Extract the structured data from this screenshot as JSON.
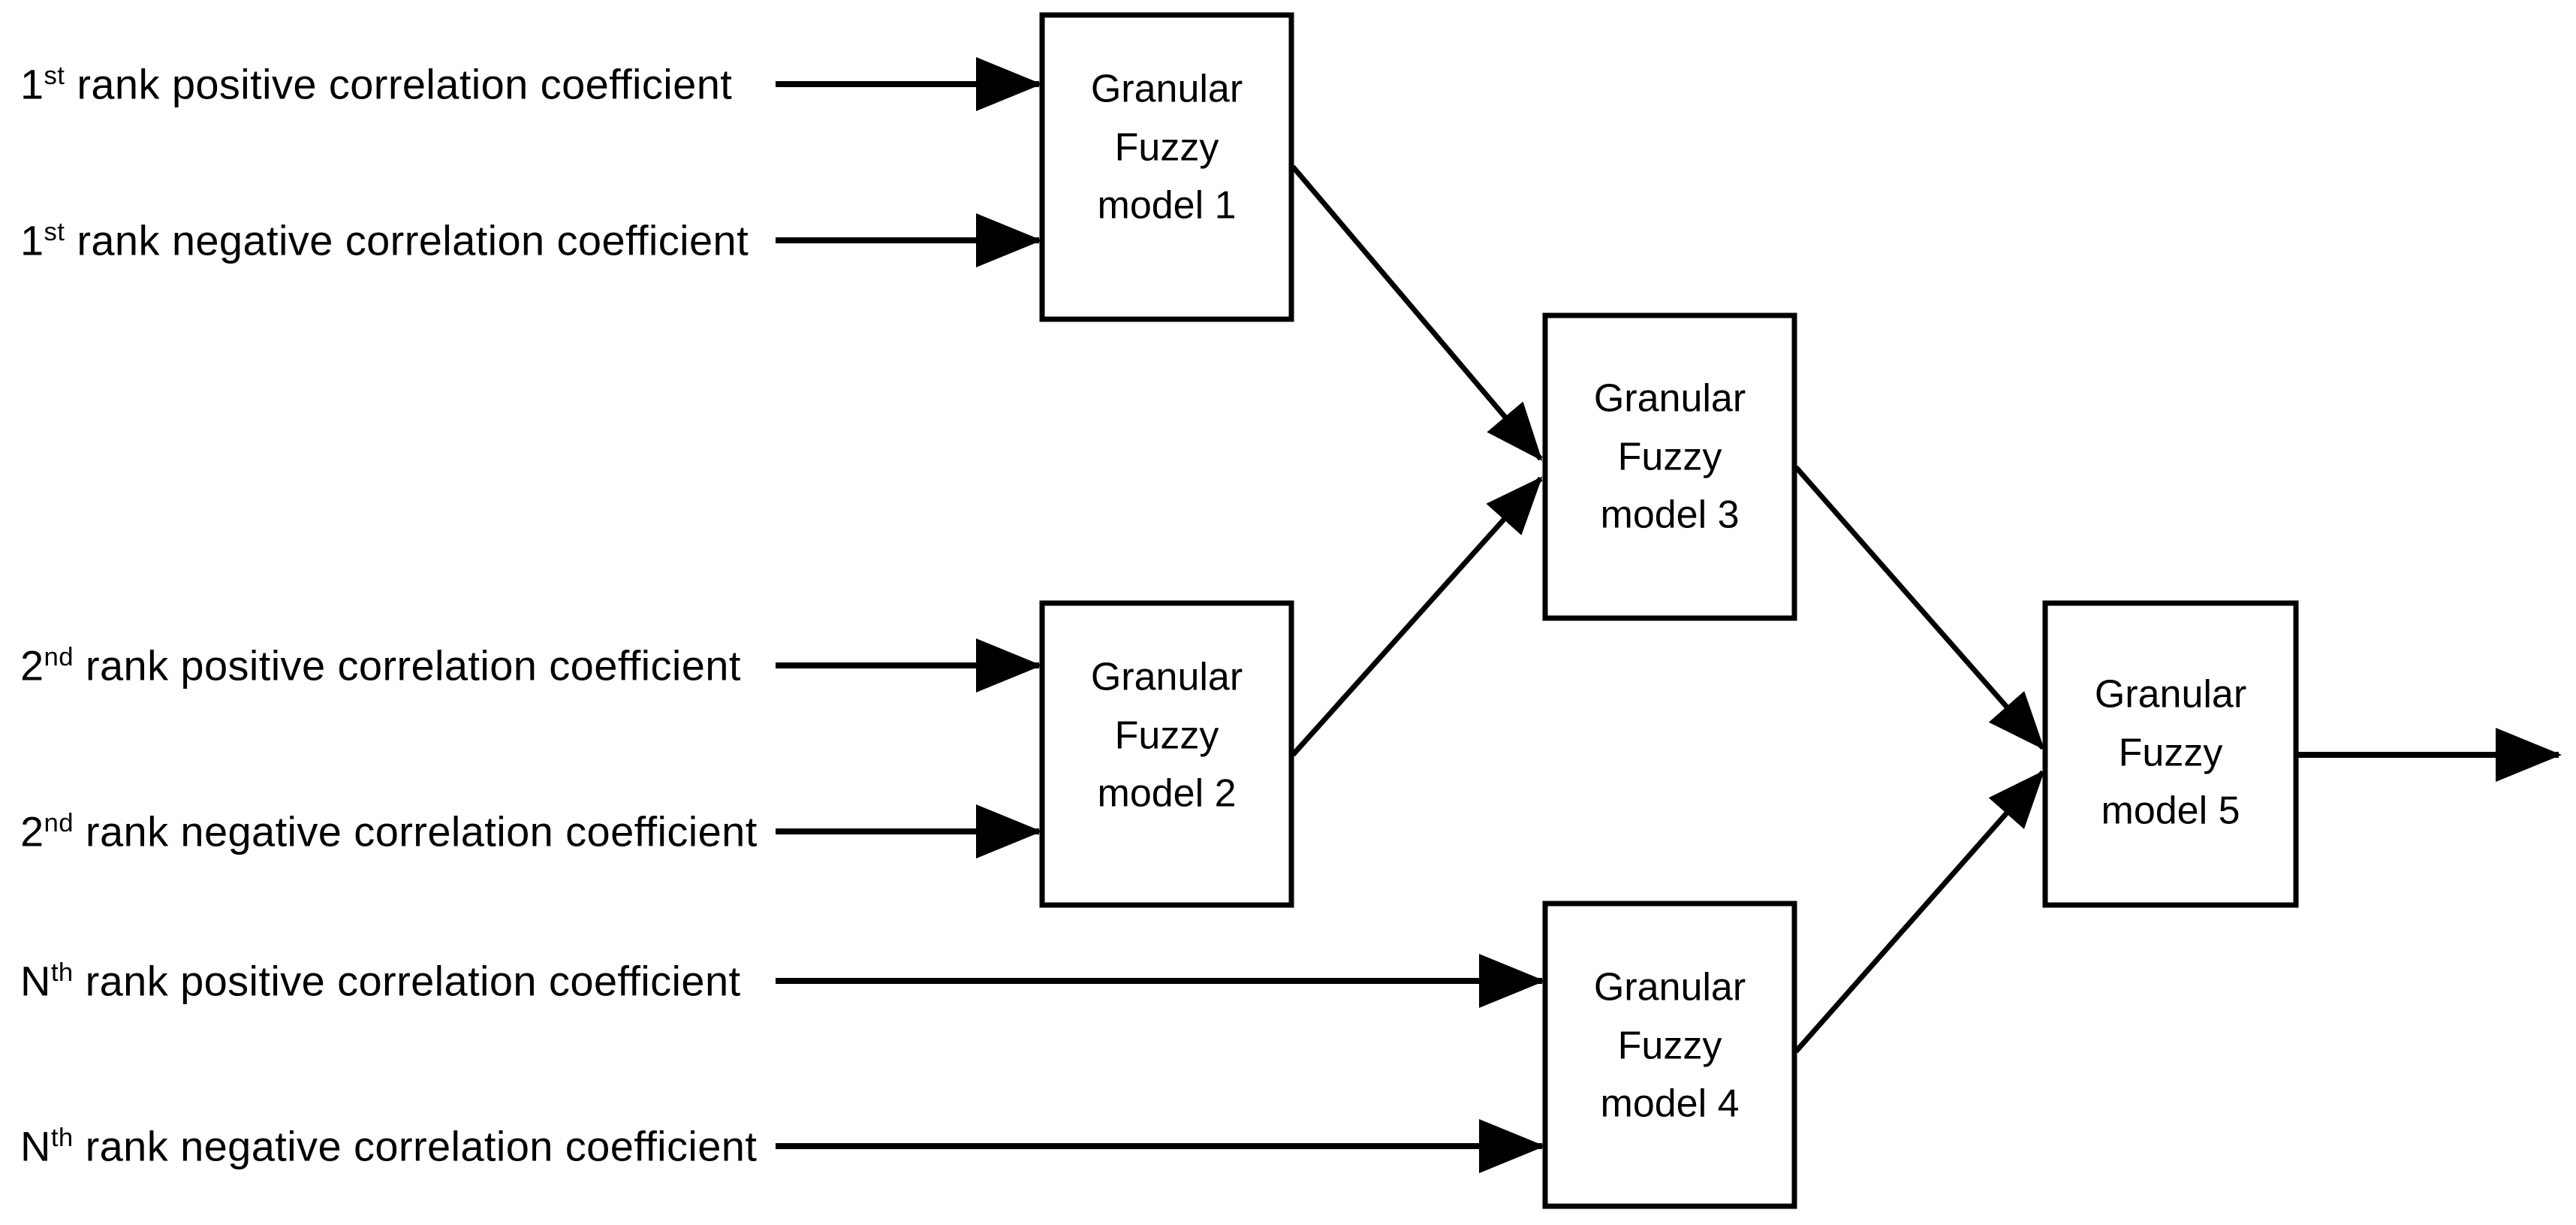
{
  "diagram": {
    "title": "Granular Fuzzy model hierarchical aggregation diagram",
    "colors": {
      "background": "#ffffff",
      "stroke": "#000000",
      "text": "#000000"
    },
    "inputs": [
      {
        "id": "in1",
        "rank": "1",
        "ordinal": "st",
        "rest": " rank positive correlation coefficient",
        "target": "model 1"
      },
      {
        "id": "in2",
        "rank": "1",
        "ordinal": "st",
        "rest": " rank negative correlation coefficient",
        "target": "model 1"
      },
      {
        "id": "in3",
        "rank": "2",
        "ordinal": "nd",
        "rest": " rank positive correlation coefficient",
        "target": "model 2"
      },
      {
        "id": "in4",
        "rank": "2",
        "ordinal": "nd",
        "rest": " rank negative correlation coefficient",
        "target": "model 2"
      },
      {
        "id": "in5",
        "rank": "N",
        "ordinal": "th",
        "rest": " rank positive correlation coefficient",
        "target": "model 4"
      },
      {
        "id": "in6",
        "rank": "N",
        "ordinal": "th",
        "rest": " rank negative correlation coefficient",
        "target": "model 4"
      }
    ],
    "nodes": [
      {
        "id": "model1",
        "line1": "Granular",
        "line2": "Fuzzy",
        "line3": "model 1"
      },
      {
        "id": "model2",
        "line1": "Granular",
        "line2": "Fuzzy",
        "line3": "model 2"
      },
      {
        "id": "model3",
        "line1": "Granular",
        "line2": "Fuzzy",
        "line3": "model 3"
      },
      {
        "id": "model4",
        "line1": "Granular",
        "line2": "Fuzzy",
        "line3": "model 4"
      },
      {
        "id": "model5",
        "line1": "Granular",
        "line2": "Fuzzy",
        "line3": "model 5"
      }
    ],
    "edges": [
      {
        "from": "model1",
        "to": "model3"
      },
      {
        "from": "model2",
        "to": "model3"
      },
      {
        "from": "model3",
        "to": "model5"
      },
      {
        "from": "model4",
        "to": "model5"
      },
      {
        "from": "model5",
        "to": "output"
      }
    ]
  }
}
